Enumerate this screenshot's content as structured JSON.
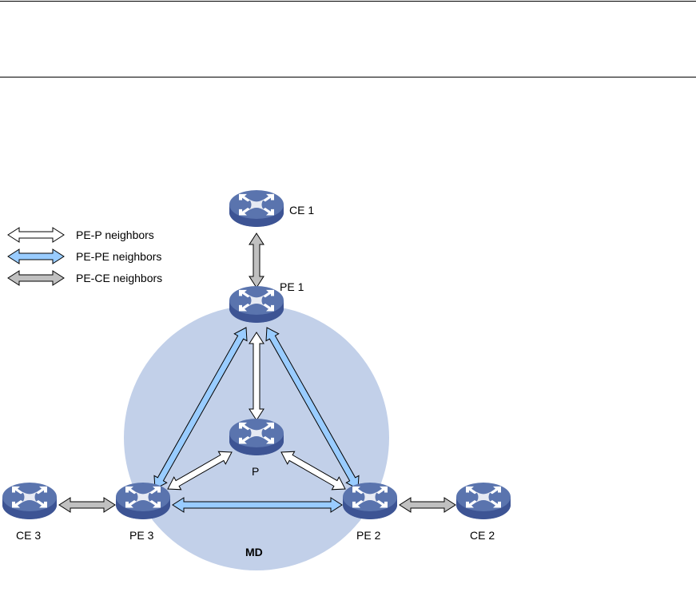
{
  "legend": [
    {
      "type": "pe-p",
      "label": "PE-P neighbors",
      "fill": "#ffffff"
    },
    {
      "type": "pe-pe",
      "label": "PE-PE neighbors",
      "fill": "#99ccff"
    },
    {
      "type": "pe-ce",
      "label": "PE-CE neighbors",
      "fill": "#c0c0c0"
    }
  ],
  "domain_label": "MD",
  "colors": {
    "domain_fill": "#c2d0e9",
    "router_top": "#5a74ae",
    "router_side": "#3d5494",
    "arrow_stroke": "#000000"
  },
  "nodes": [
    {
      "id": "CE1",
      "label": "CE 1"
    },
    {
      "id": "PE1",
      "label": "PE 1"
    },
    {
      "id": "P",
      "label": "P"
    },
    {
      "id": "PE3",
      "label": "PE 3"
    },
    {
      "id": "PE2",
      "label": "PE 2"
    },
    {
      "id": "CE3",
      "label": "CE 3"
    },
    {
      "id": "CE2",
      "label": "CE 2"
    }
  ],
  "links": [
    {
      "from": "CE1",
      "to": "PE1",
      "type": "pe-ce"
    },
    {
      "from": "PE1",
      "to": "P",
      "type": "pe-p"
    },
    {
      "from": "PE1",
      "to": "PE3",
      "type": "pe-pe"
    },
    {
      "from": "PE1",
      "to": "PE2",
      "type": "pe-pe"
    },
    {
      "from": "P",
      "to": "PE3",
      "type": "pe-p"
    },
    {
      "from": "P",
      "to": "PE2",
      "type": "pe-p"
    },
    {
      "from": "PE3",
      "to": "PE2",
      "type": "pe-pe"
    },
    {
      "from": "CE3",
      "to": "PE3",
      "type": "pe-ce"
    },
    {
      "from": "PE2",
      "to": "CE2",
      "type": "pe-ce"
    }
  ]
}
